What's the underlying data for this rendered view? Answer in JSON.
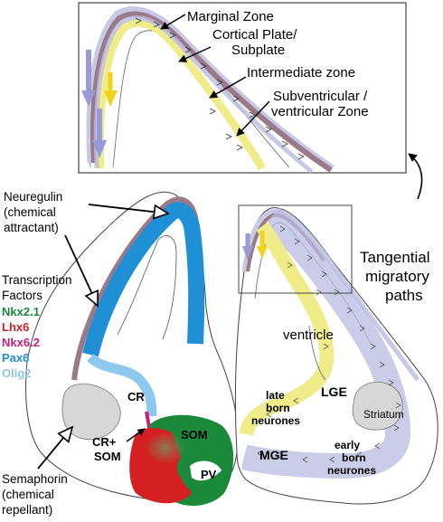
{
  "inset": {
    "marginal_zone": "Marginal Zone",
    "cortical_plate_line1": "Cortical Plate/",
    "cortical_plate_line2": "Subplate",
    "intermediate_zone": "Intermediate zone",
    "subventricular_line1": "Subventricular /",
    "subventricular_line2": "ventricular Zone"
  },
  "left_panel": {
    "neuregulin_line1": "Neuregulin",
    "neuregulin_line2": "(chemical",
    "neuregulin_line3": "attractant)",
    "transcription_line1": "Transcription",
    "transcription_line2": "Factors",
    "factors": [
      {
        "label": "Nkx2.1",
        "color": "#1a8a3a"
      },
      {
        "label": "Lhx6",
        "color": "#d42020"
      },
      {
        "label": "Nkx6.2",
        "color": "#c8207a"
      },
      {
        "label": "Pax6",
        "color": "#1f8fd6"
      },
      {
        "label": "Olig2",
        "color": "#8ec8ec"
      }
    ],
    "cr": "CR",
    "cr_som_line1": "CR+",
    "cr_som_line2": "SOM",
    "som": "SOM",
    "pv": "PV",
    "semaphorin_line1": "Semaphorin",
    "semaphorin_line2": "(chemical",
    "semaphorin_line3": "repellant)"
  },
  "right_panel": {
    "tangential_line1": "Tangential",
    "tangential_line2": "migratory",
    "tangential_line3": "paths",
    "ventricle": "ventricle",
    "lge": "LGE",
    "striatum": "Striatum",
    "late_line1": "late",
    "late_line2": "born",
    "late_line3": "neurones",
    "mge": "MGE",
    "early_line1": "early",
    "early_line2": "born",
    "early_line3": "neurones"
  },
  "colors": {
    "marginal": "#c7c9e6",
    "cortical": "#9a7a88",
    "intermediate": "#f0ec8a",
    "subventricular": "#b9bbe0",
    "pax6_blue": "#1f8fd6",
    "olig2_light": "#8ec8ec",
    "nkx_green": "#1a8a3a",
    "lhx_red": "#d42020",
    "nkx62_pink": "#c8207a",
    "striatum_gray": "#d7d7d7"
  }
}
